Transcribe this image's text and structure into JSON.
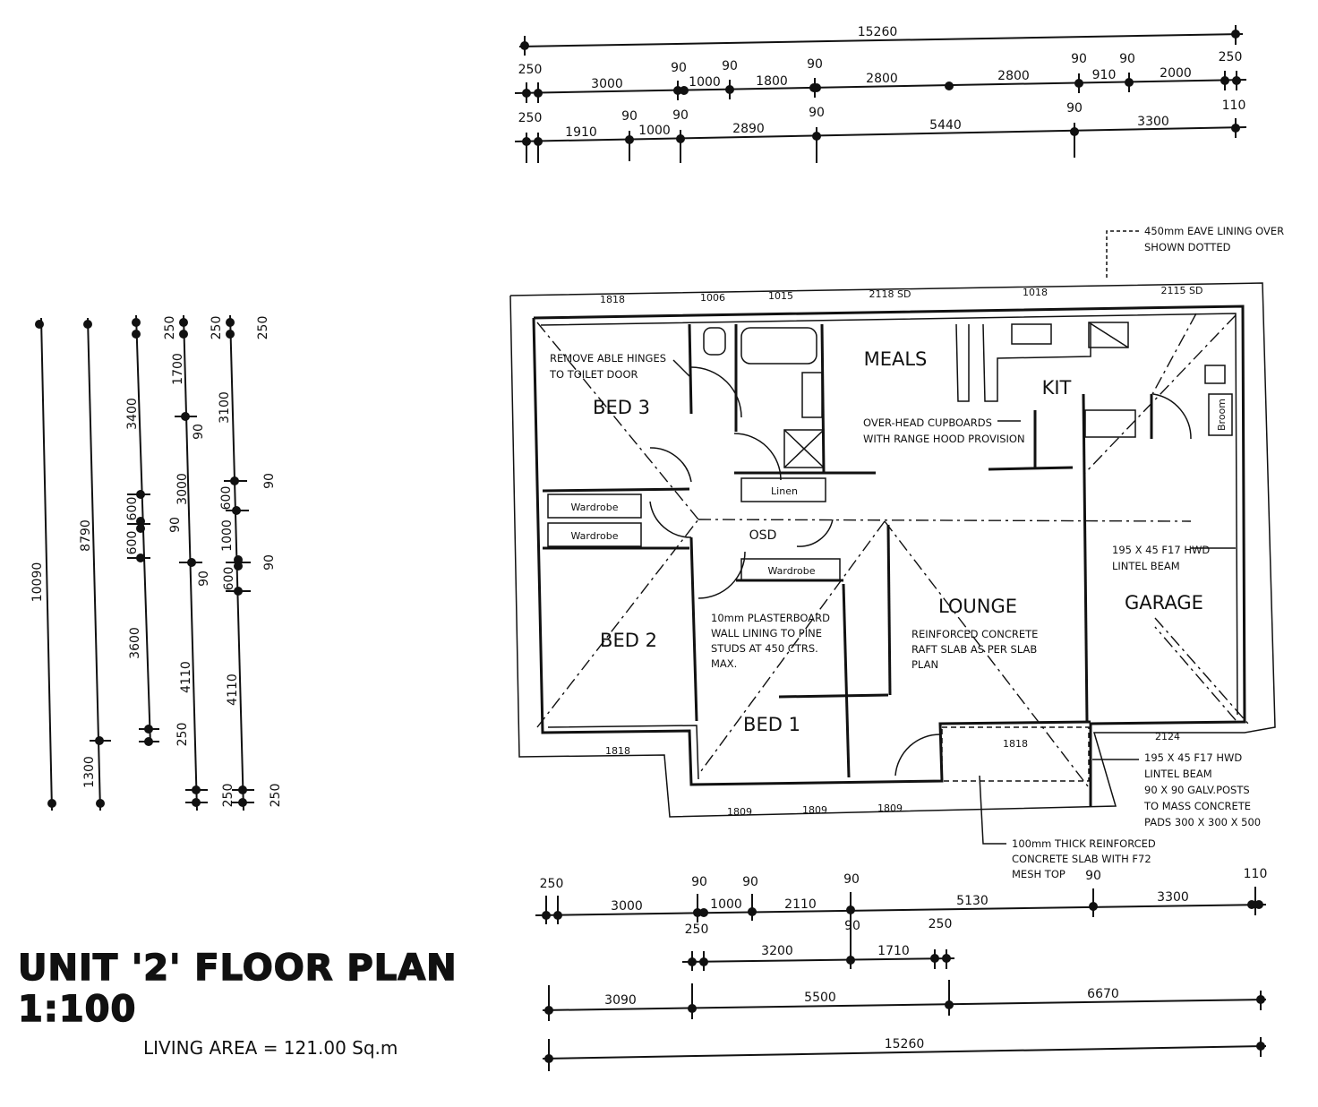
{
  "title": "UNIT '2' FLOOR PLAN 1:100",
  "subtitle": "LIVING AREA = 121.00 Sq.m",
  "rooms": {
    "meals": "MEALS",
    "kit": "KIT",
    "bed3": "BED 3",
    "bed2": "BED 2",
    "bed1": "BED 1",
    "lounge": "LOUNGE",
    "garage": "GARAGE",
    "linen": "Linen",
    "wardrobe": "Wardrobe",
    "broom": "Broom",
    "osd": "OSD"
  },
  "notes": {
    "eave_1": "450mm EAVE LINING OVER",
    "eave_2": "SHOWN DOTTED",
    "hinges_1": "REMOVE ABLE HINGES",
    "hinges_2": "TO TOILET DOOR",
    "cupboards_1": "OVER-HEAD CUPBOARDS",
    "cupboards_2": "WITH RANGE HOOD PROVISION",
    "lintel_1": "195 X 45 F17 HWD",
    "lintel_2": "LINTEL BEAM",
    "plaster_1": "10mm PLASTERBOARD",
    "plaster_2": "WALL LINING TO PINE",
    "plaster_3": "STUDS AT 450 CTRS.",
    "plaster_4": "MAX.",
    "raft_1": "REINFORCED CONCRETE",
    "raft_2": "RAFT SLAB AS PER SLAB",
    "raft_3": "PLAN",
    "lintel2_1": "195 X 45 F17 HWD",
    "lintel2_2": "LINTEL BEAM",
    "posts_1": "90 X 90 GALV.POSTS",
    "posts_2": "TO MASS CONCRETE",
    "posts_3": "PADS 300 X 300 X 500",
    "slab_1": "100mm THICK REINFORCED",
    "slab_2": "CONCRETE SLAB WITH F72",
    "slab_3": "MESH TOP"
  },
  "windows": {
    "w1": "1818",
    "w2": "1006",
    "w3": "1015",
    "w4": "2118 SD",
    "w5": "1018",
    "w6": "2115 SD",
    "w7": "1818",
    "w8": "1818",
    "w9": "2124",
    "w10": "1809",
    "w11": "1809",
    "w12": "1809"
  },
  "dims_top": {
    "overall": "15260",
    "r1": [
      "250",
      "3000",
      "90",
      "1000",
      "90",
      "1800",
      "90",
      "2800",
      "2800",
      "90",
      "910",
      "90",
      "2000",
      "250"
    ],
    "r2": [
      "250",
      "1910",
      "90",
      "1000",
      "90",
      "2890",
      "90",
      "5440",
      "90",
      "3300",
      "110"
    ]
  },
  "dims_bottom": {
    "r1": [
      "250",
      "3000",
      "90",
      "1000",
      "90",
      "2110",
      "90",
      "5130",
      "90",
      "3300",
      "110"
    ],
    "r2": [
      "250",
      "3200",
      "90",
      "1710",
      "250"
    ],
    "r3": [
      "3090",
      "5500",
      "6670"
    ],
    "overall": "15260"
  },
  "dims_left": {
    "col1": "10090",
    "col2": "8790",
    "col2b": "1300",
    "col3": [
      "250",
      "3400",
      "600",
      "90",
      "600",
      "3600",
      "250"
    ],
    "col4": [
      "250",
      "1700",
      "90",
      "3000",
      "90",
      "4110",
      "250"
    ],
    "col5": [
      "250",
      "3100",
      "90",
      "600",
      "1000",
      "90",
      "600",
      "4110",
      "250"
    ]
  }
}
